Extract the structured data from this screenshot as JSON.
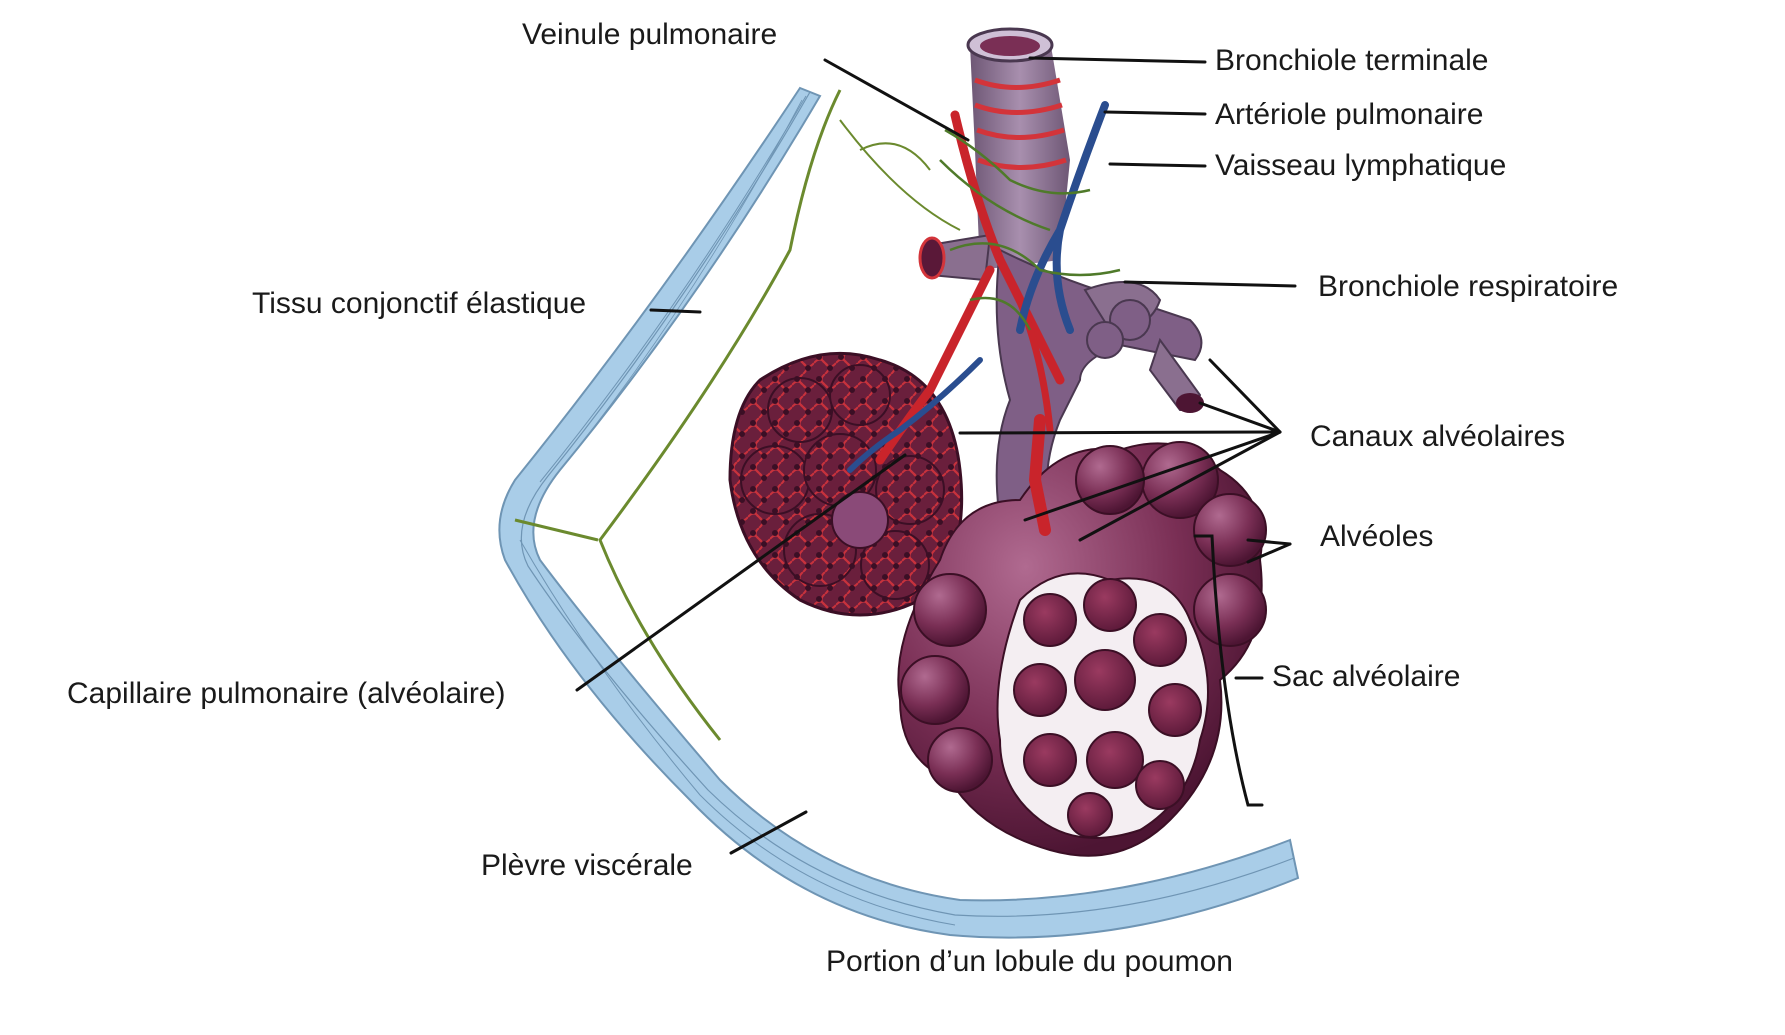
{
  "labels": {
    "veinule_pulmonaire": "Veinule pulmonaire",
    "bronchiole_terminale": "Bronchiole terminale",
    "arteriole_pulmonaire": "Artériole pulmonaire",
    "vaisseau_lymphatique": "Vaisseau lymphatique",
    "tissu_conjonctif": "Tissu conjonctif élastique",
    "bronchiole_respiratoire": "Bronchiole respiratoire",
    "canaux_alveolaires": "Canaux alvéolaires",
    "alveoles": "Alvéoles",
    "capillaire_pulmonaire": "Capillaire pulmonaire (alvéolaire)",
    "sac_alveolaire": "Sac alvéolaire",
    "plevre_viscerale": "Plèvre viscérale"
  },
  "caption": "Portion d’un lobule du poumon",
  "colors": {
    "pleura": "#a9cde8",
    "pleura_lines": "#6f95b4",
    "elastic_fiber": "#6b8a2e",
    "alveoli": "#7a2f55",
    "alveoli_dark": "#4d1533",
    "artery_red": "#c9242b",
    "vein_blue": "#2a4d8f",
    "bronchiole": "#8a6f8f"
  }
}
